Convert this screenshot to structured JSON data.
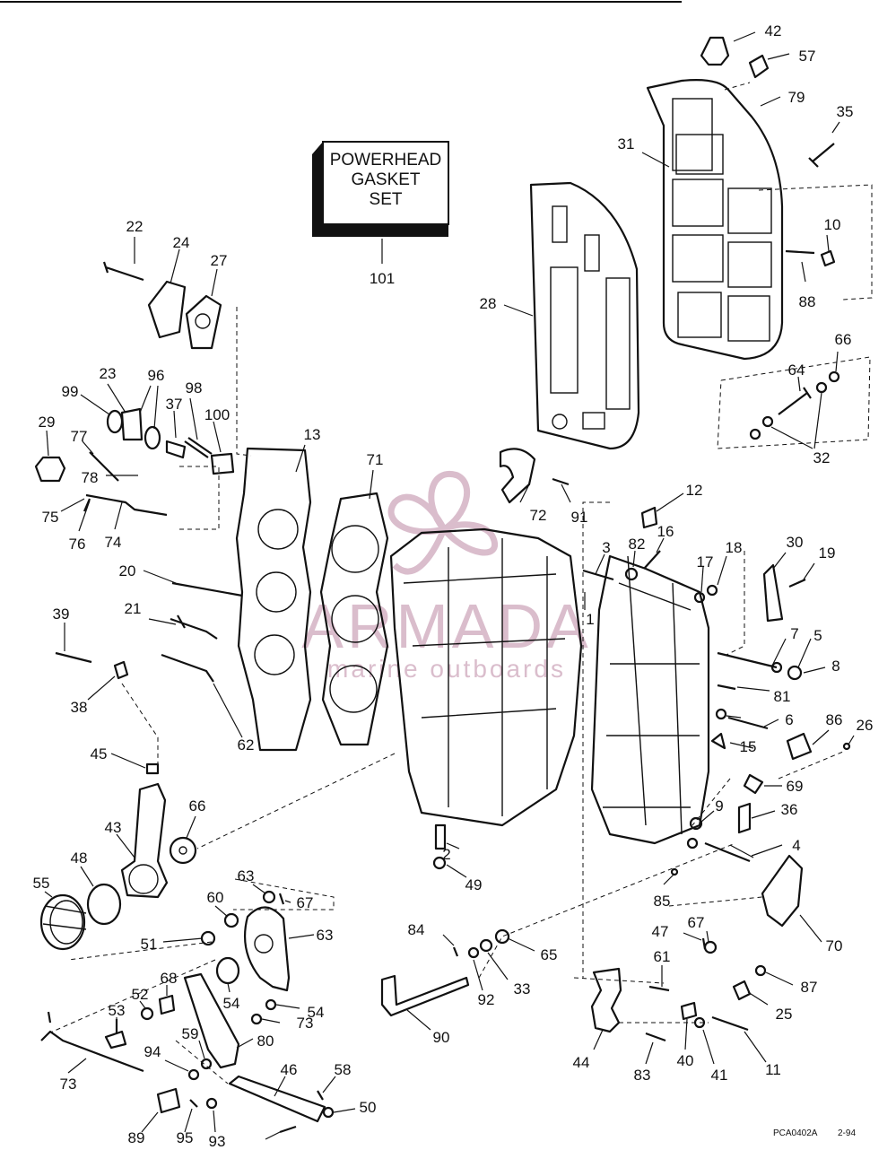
{
  "kit_box": {
    "lines": [
      "POWERHEAD",
      "GASKET",
      "SET"
    ],
    "part_number": "101"
  },
  "watermark": {
    "brand": "ARMADA",
    "tagline": "marine outboards",
    "color": "#d6b6c7"
  },
  "part_numbers": [
    "42",
    "57",
    "79",
    "35",
    "31",
    "10",
    "88",
    "28",
    "66",
    "64",
    "32",
    "22",
    "24",
    "27",
    "23",
    "96",
    "98",
    "99",
    "37",
    "100",
    "29",
    "77",
    "78",
    "75",
    "76",
    "74",
    "13",
    "71",
    "72",
    "91",
    "12",
    "3",
    "82",
    "16",
    "17",
    "18",
    "30",
    "19",
    "20",
    "1",
    "7",
    "5",
    "8",
    "21",
    "39",
    "81",
    "38",
    "62",
    "6",
    "86",
    "26",
    "15",
    "45",
    "69",
    "9",
    "36",
    "43",
    "66",
    "48",
    "55",
    "4",
    "2",
    "49",
    "85",
    "63",
    "67",
    "60",
    "51",
    "63",
    "67",
    "47",
    "70",
    "84",
    "65",
    "33",
    "92",
    "61",
    "87",
    "68",
    "52",
    "53",
    "54",
    "73",
    "59",
    "54",
    "25",
    "80",
    "44",
    "40",
    "41",
    "11",
    "83",
    "90",
    "46",
    "58",
    "73",
    "94",
    "50",
    "89",
    "95",
    "93"
  ],
  "footer": {
    "code": "PCA0402A",
    "date": "2-94"
  }
}
